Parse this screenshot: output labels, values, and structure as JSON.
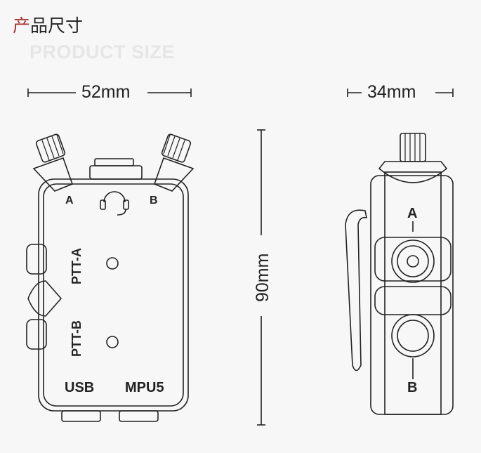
{
  "title": {
    "highlight": "产",
    "rest": "品尺寸",
    "subtitle": "PRODUCT SIZE"
  },
  "dimensions": {
    "width_front": "52mm",
    "width_side": "34mm",
    "height": "90mm"
  },
  "front_labels": {
    "knob_a": "A",
    "knob_b": "B",
    "ptt_a": "PTT-A",
    "ptt_b": "PTT-B",
    "usb": "USB",
    "mpu5": "MPU5"
  },
  "side_labels": {
    "a": "A",
    "b": "B"
  }
}
